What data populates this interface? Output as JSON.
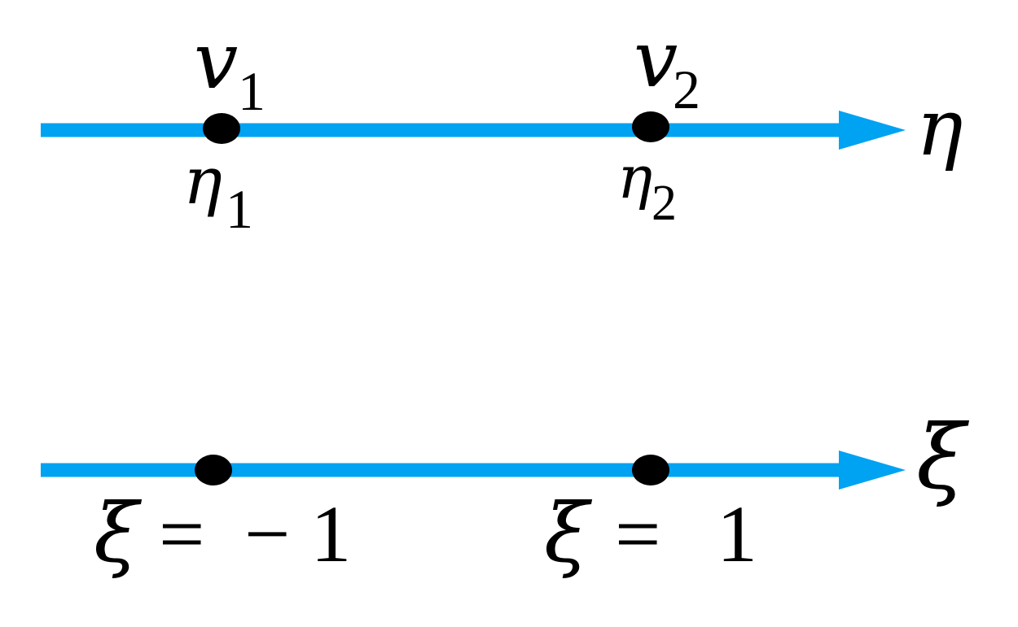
{
  "colors": {
    "axis": "#00a2f2",
    "node": "#000000",
    "text": "#000000"
  },
  "physical_axis": {
    "name": "η",
    "nodes": [
      {
        "symbol": "v",
        "symbol_sub": "1",
        "coord": "η",
        "coord_sub": "1"
      },
      {
        "symbol": "v",
        "symbol_sub": "2",
        "coord": "η",
        "coord_sub": "2"
      }
    ]
  },
  "reference_axis": {
    "name": "ξ",
    "nodes": [
      {
        "var": "ξ",
        "eq": "=",
        "value": "− 1"
      },
      {
        "var": "ξ",
        "eq": "=",
        "value": "1"
      }
    ]
  }
}
